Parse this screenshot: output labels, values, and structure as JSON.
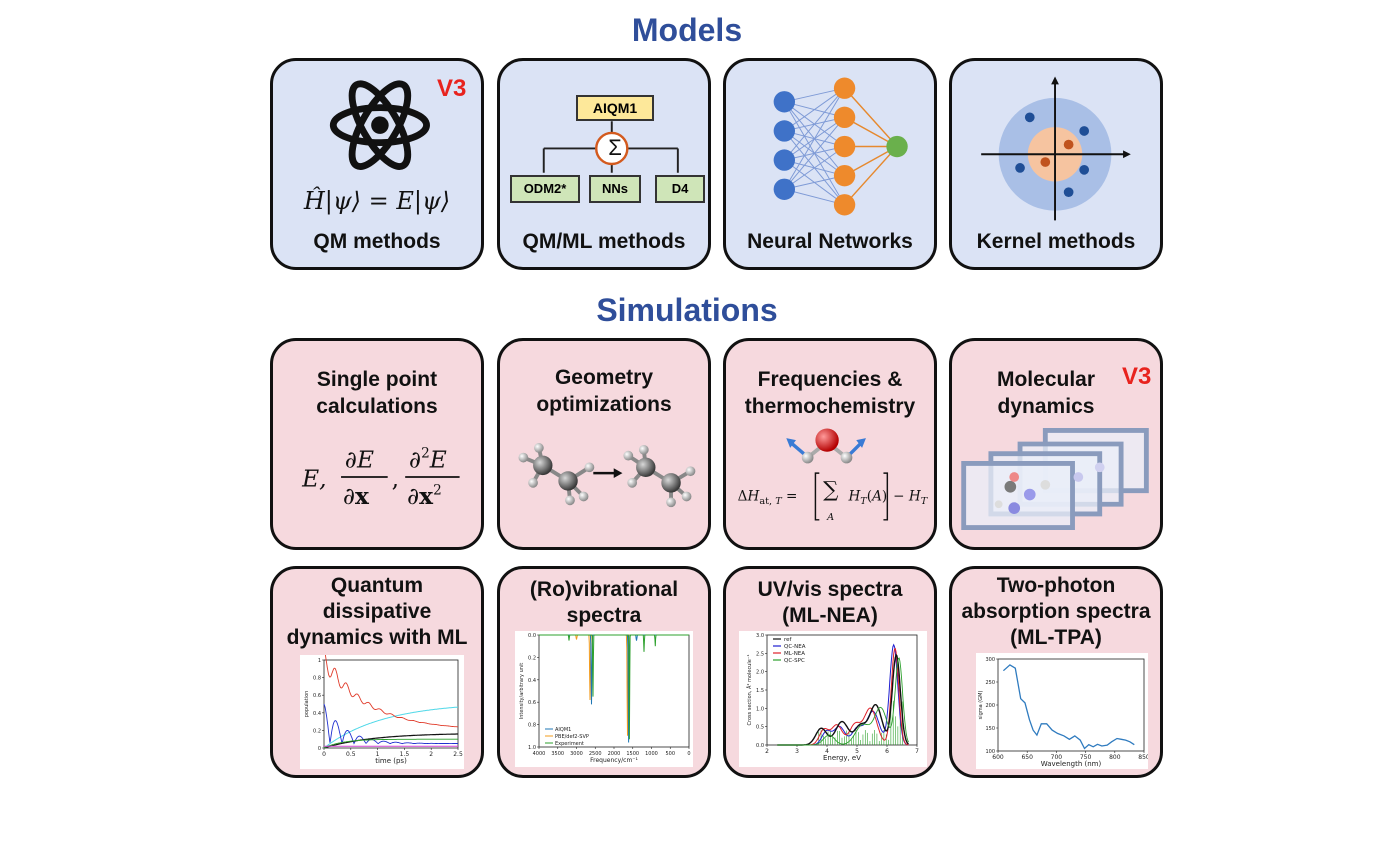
{
  "headings": {
    "models": "Models",
    "simulations": "Simulations"
  },
  "v3_label": "V3",
  "models": [
    {
      "label": "QM methods",
      "equation": "Ĥ|ψ⟩ = E|ψ⟩"
    },
    {
      "label": "QM/ML methods",
      "top_box": "AIQM1",
      "sum_symbol": "Σ",
      "children": [
        "ODM2*",
        "NNs",
        "D4"
      ]
    },
    {
      "label": "Neural Networks"
    },
    {
      "label": "Kernel methods"
    }
  ],
  "simulations": [
    {
      "label_lines": [
        "Single point",
        "calculations"
      ]
    },
    {
      "label_lines": [
        "Geometry",
        "optimizations"
      ]
    },
    {
      "label_lines": [
        "Frequencies &",
        "thermochemistry"
      ]
    },
    {
      "label_lines": [
        "Molecular",
        "dynamics"
      ]
    },
    {
      "label_lines": [
        "Quantum",
        "dissipative",
        "dynamics with ML"
      ],
      "chart": {
        "ylabel": "population",
        "xlabel": "time (ps)",
        "xticks": [
          "0",
          "0.5",
          "1",
          "1.5",
          "2",
          "2.5"
        ],
        "yticks": [
          "0",
          "0.2",
          "0.4",
          "0.6",
          "0.8",
          "1"
        ]
      }
    },
    {
      "label_lines": [
        "(Ro)vibrational",
        "spectra"
      ],
      "chart": {
        "ylabel": "Intensity/arbitrary unit",
        "xlabel": "Frequency/cm⁻¹",
        "xticks": [
          "4000",
          "3500",
          "3000",
          "2500",
          "2000",
          "1500",
          "1000",
          "500",
          "0"
        ],
        "yticks": [
          "0.0",
          "0.2",
          "0.4",
          "0.6",
          "0.8",
          "1.0"
        ],
        "legend": [
          "AIQM1",
          "PBE/def2-SVP",
          "Experiment"
        ]
      }
    },
    {
      "label_lines": [
        "UV/vis spectra",
        "(ML-NEA)"
      ],
      "chart": {
        "ylabel": "Cross section, Å² molecule⁻¹",
        "xlabel": "Energy, eV",
        "xticks": [
          "2",
          "3",
          "4",
          "5",
          "6",
          "7"
        ],
        "yticks": [
          "0.0",
          "0.5",
          "1.0",
          "1.5",
          "2.0",
          "2.5",
          "3.0"
        ],
        "legend": [
          "ref",
          "QC-NEA",
          "ML-NEA",
          "QC-SPC"
        ]
      }
    },
    {
      "label_lines": [
        "Two-photon",
        "absorption spectra",
        "(ML-TPA)"
      ],
      "chart": {
        "ylabel": "sigma (GM)",
        "xlabel": "Wavelength (nm)",
        "xticks": [
          "600",
          "650",
          "700",
          "750",
          "800",
          "850"
        ],
        "yticks": [
          "100",
          "150",
          "200",
          "250",
          "300"
        ]
      }
    }
  ],
  "colors": {
    "heading": "#2f4e9a",
    "v3": "#e8231e",
    "model_bg": "#dbe3f5",
    "sim_bg": "#f6d9de"
  }
}
